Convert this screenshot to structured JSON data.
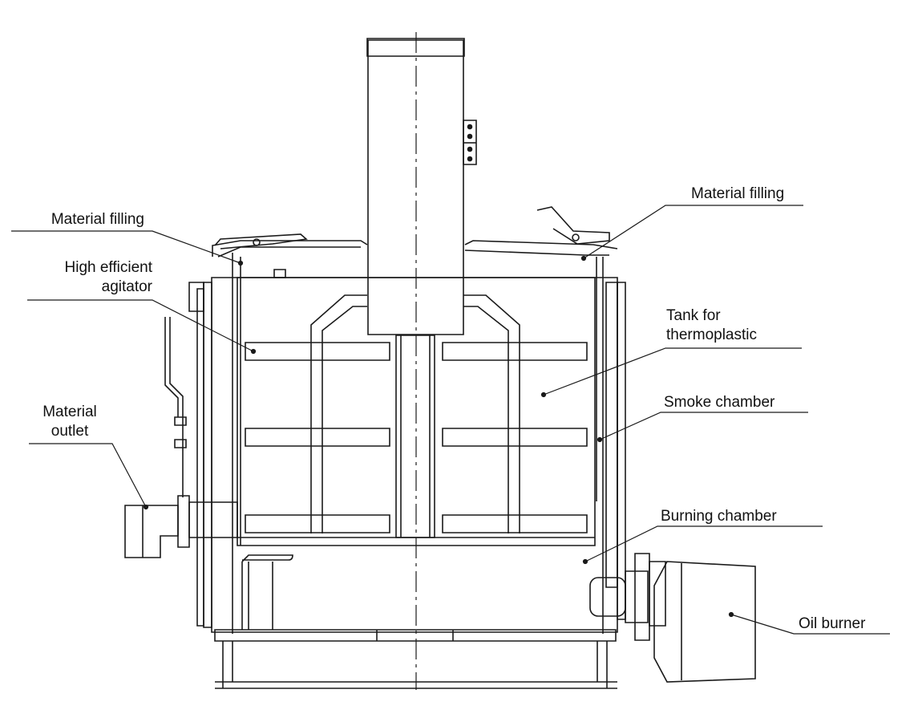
{
  "labels": {
    "material_filling_left": "Material filling",
    "material_filling_right": "Material filling",
    "agitator_line1": "High efficient",
    "agitator_line2": "agitator",
    "tank_line1": "Tank for",
    "tank_line2": "thermoplastic",
    "smoke_chamber": "Smoke chamber",
    "material_outlet_line1": "Material",
    "material_outlet_line2": "outlet",
    "burning_chamber": "Burning chamber",
    "oil_burner": "Oil burner"
  },
  "colors": {
    "line": "#1a1a1a",
    "background": "#ffffff"
  }
}
